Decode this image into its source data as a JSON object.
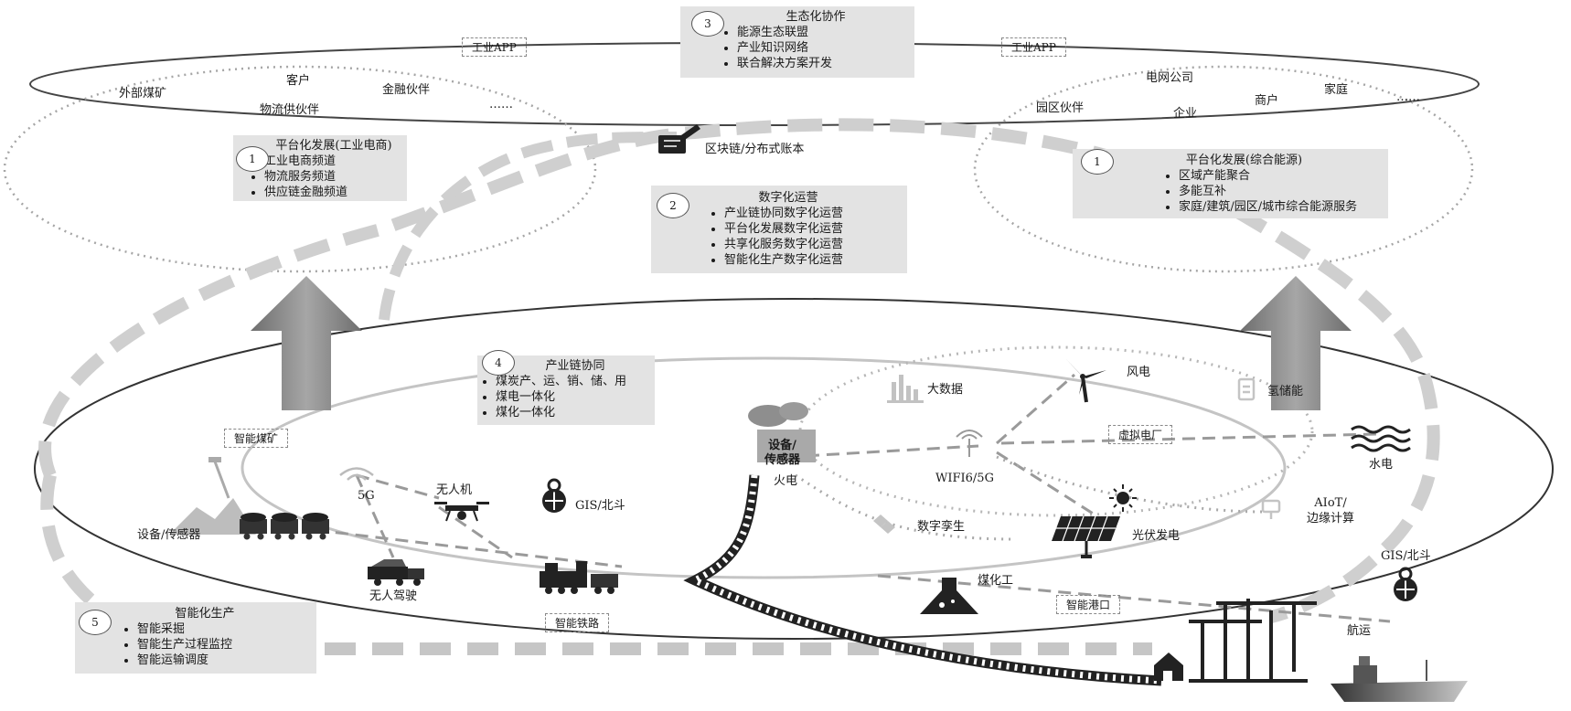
{
  "ecosystem_box": {
    "number": "3",
    "title": "生态化协作",
    "items": [
      "能源生态联盟",
      "产业知识网络",
      "联合解决方案开发"
    ]
  },
  "left_top": {
    "app_label": "工业APP",
    "partners": [
      "外部煤矿",
      "客户",
      "金融伙伴",
      "物流供伙伴",
      "……"
    ]
  },
  "right_top": {
    "app_label": "工业APP",
    "partners": [
      "电网公司",
      "园区伙伴",
      "企业",
      "商户",
      "家庭",
      "……"
    ]
  },
  "blockchain_label": "区块链/分布式账本",
  "platform_left": {
    "number": "1",
    "title": "平台化发展(工业电商)",
    "items": [
      "工业电商频道",
      "物流服务频道",
      "供应链金融频道"
    ]
  },
  "platform_right": {
    "number": "1",
    "title": "平台化发展(综合能源)",
    "items": [
      "区域产能聚合",
      "多能互补",
      "家庭/建筑/园区/城市综合能源服务"
    ]
  },
  "digital_ops": {
    "number": "2",
    "title": "数字化运营",
    "items": [
      "产业链协同数字化运营",
      "平台化发展数字化运营",
      "共享化服务数字化运营",
      "智能化生产数字化运营"
    ]
  },
  "chain_box": {
    "number": "4",
    "title": "产业链协同",
    "items": [
      "煤炭产、运、销、储、用",
      "煤电一体化",
      "煤化一体化"
    ]
  },
  "production_box": {
    "number": "5",
    "title": "智能化生产",
    "items": [
      "智能采掘",
      "智能生产过程监控",
      "智能运输调度"
    ]
  },
  "labels": {
    "smart_mine": "智能煤矿",
    "device_sensor_left": "设备/传感器",
    "five_g": "5G",
    "drone": "无人机",
    "gis_left": "GIS/北斗",
    "unmanned": "无人驾驶",
    "smart_railway": "智能铁路",
    "device_sensor_center": "设备/\n传感器",
    "thermal": "火电",
    "big_data": "大数据",
    "wind": "风电",
    "hydrogen": "氢储能",
    "vpp": "虚拟电厂",
    "hydro": "水电",
    "wifi": "WIFI6/5G",
    "aiot": "AIoT/\n边缘计算",
    "digital_twin": "数字孪生",
    "pv": "光伏发电",
    "coal_chem": "煤化工",
    "smart_port": "智能港口",
    "gis_right": "GIS/北斗",
    "shipping": "航运"
  },
  "colors": {
    "box_fill": "#e3e3e3",
    "dash_gray": "#cfcfcf",
    "line_dark": "#333333",
    "arrow_gray": "#8c8c8c"
  }
}
